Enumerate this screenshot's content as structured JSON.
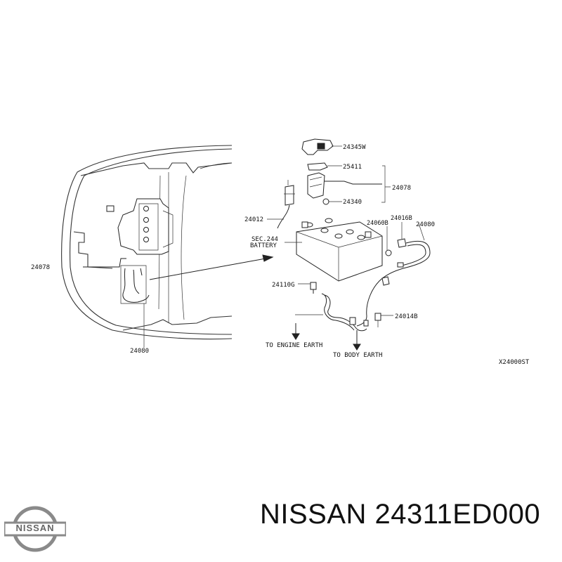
{
  "diagram": {
    "parts": {
      "p24345w": "24345W",
      "p25411": "25411",
      "p24078_right": "24078",
      "p24340": "24340",
      "p24012": "24012",
      "p24060b": "24060B",
      "p24016b": "24016B",
      "p24080_right": "24080",
      "p24110g": "24110G",
      "p24014b": "24014B",
      "p24078_left": "24078",
      "p24080_left": "24080"
    },
    "battery_ref": "SEC.244",
    "battery_label": "BATTERY",
    "engine_earth": "TO ENGINE EARTH",
    "body_earth": "TO BODY EARTH",
    "diagram_code": "X24000ST"
  },
  "footer": {
    "brand": "NISSAN",
    "title": "NISSAN 24311ED000"
  },
  "colors": {
    "line": "#222222",
    "logo": "#8a8a8a",
    "background": "#ffffff"
  }
}
